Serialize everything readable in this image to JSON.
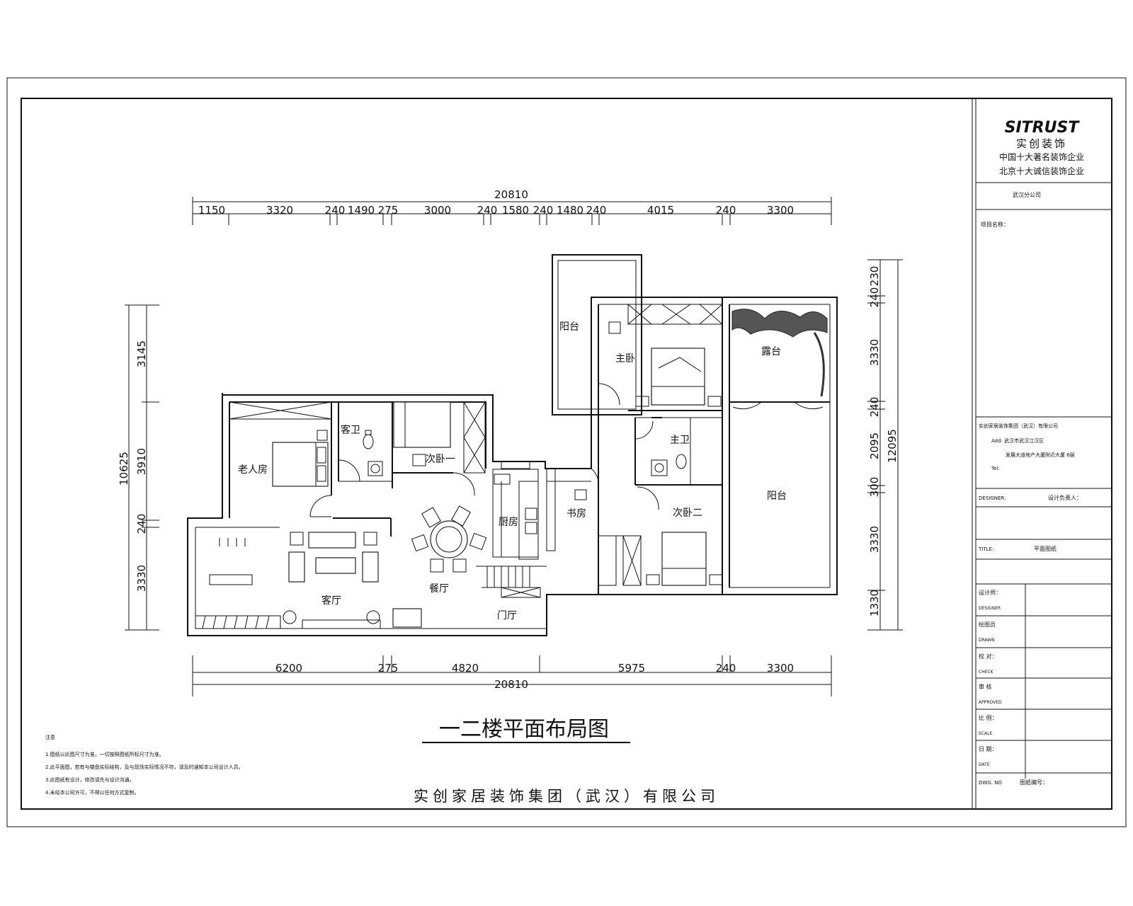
{
  "drawing": {
    "title": "一二楼平面布局图",
    "company": "实创家居装饰集团（武汉）有限公司",
    "notes_title": "注意",
    "notes": [
      "1.图纸以此图尺寸为准，一切按照图纸所标尺寸为准。",
      "2.此平面图，若有与楼盘实际结构，及与现场实际情况不符，请及时通知本公司设计人员。",
      "3.此图纸有设计，修改请先与设计沟通。",
      "4.未经本公司许可，不得以任何方式复制。"
    ]
  },
  "dimensions": {
    "top_total": "20810",
    "top": [
      "1150",
      "3320",
      "240",
      "1490",
      "275",
      "3000",
      "240",
      "1580",
      "240",
      "1480",
      "240",
      "4015",
      "240",
      "3300"
    ],
    "bottom": [
      "6200",
      "275",
      "4820",
      "5975",
      "240",
      "3300"
    ],
    "bottom_total": "20810",
    "left": [
      "3145",
      "3910",
      "240",
      "3330"
    ],
    "left_total": "10625",
    "right": [
      "230",
      "240",
      "3330",
      "240",
      "2095",
      "300",
      "3330",
      "1330"
    ],
    "right_total": "12095"
  },
  "rooms": {
    "balcony_top": "阳台",
    "master_bedroom": "主卧",
    "terrace": "露台",
    "elderly_room": "老人房",
    "bath_left": "客卫",
    "second_bedroom_1": "次卧一",
    "kitchen": "厨房",
    "study": "书房",
    "bath_right": "主卫",
    "second_bedroom_2": "次卧二",
    "balcony_right": "阳台",
    "dining": "餐厅",
    "living": "客厅",
    "entrance": "门厅"
  },
  "title_block": {
    "brand": "SITRUST",
    "brand_cn": "实创装饰",
    "slogan_1": "中国十大著名装饰企业",
    "slogan_2": "北京十大诚信装饰企业",
    "branch": "武汉分公司",
    "project_label": "项目名称：",
    "company_line": "实创家居装饰集团（武汉）有限公司",
    "address_1": "Add: 武汉市武汉江汉区",
    "address_2": "发展大道地产大厦附近大厦 6层",
    "tel": "Tel:",
    "designer_label": "DESIGNER:",
    "designer_cn": "设计负责人：",
    "drawing_title_label": "TITLE:",
    "drawing_title_value": "平面图纸",
    "rows": [
      {
        "cn": "设计师：",
        "en": "DESIGNER"
      },
      {
        "cn": "绘图员",
        "en": "DRAWN"
      },
      {
        "cn": "校 对：",
        "en": "CHECK"
      },
      {
        "cn": "审 核",
        "en": "APPROVED"
      },
      {
        "cn": "比 例：",
        "en": "SCALE"
      },
      {
        "cn": "日 期：",
        "en": "DATE"
      }
    ],
    "dwg_no": "DWG. NO",
    "dwg_no_cn": "图纸编号："
  }
}
